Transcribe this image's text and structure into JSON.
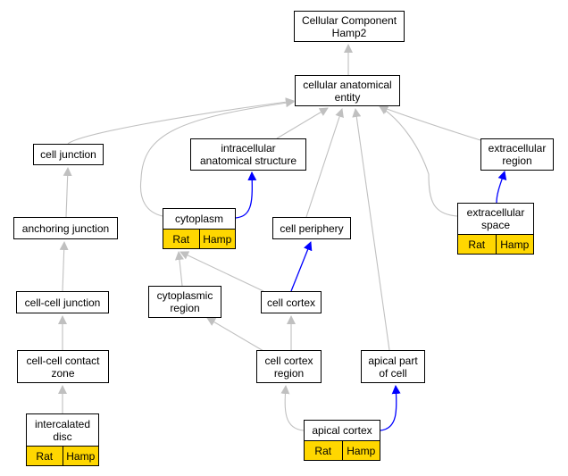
{
  "colors": {
    "is_a_edge": "#c0c0c0",
    "part_of_edge": "#0000ff",
    "annotation_fill": "#ffd700"
  },
  "nodes": {
    "root": "Cellular Component\nHamp2",
    "cae": "cellular anatomical\nentity",
    "cell_junction": "cell junction",
    "intracellular": "intracellular\nanatomical structure",
    "extracellular_region": "extracellular\nregion",
    "anchoring": "anchoring junction",
    "cytoplasm": "cytoplasm",
    "cell_periphery": "cell periphery",
    "extracellular_space": "extracellular\nspace",
    "cell_cell_junction": "cell-cell junction",
    "cytoplasmic_region": "cytoplasmic\nregion",
    "cell_cortex": "cell cortex",
    "contact_zone": "cell-cell contact\nzone",
    "cortex_region": "cell cortex\nregion",
    "apical_part": "apical part\nof cell",
    "intercalated": "intercalated\ndisc",
    "apical_cortex": "apical cortex"
  },
  "annotations": {
    "cytoplasm": [
      "Rat",
      "Hamp"
    ],
    "extracellular_space": [
      "Rat",
      "Hamp"
    ],
    "intercalated": [
      "Rat",
      "Hamp"
    ],
    "apical_cortex": [
      "Rat",
      "Hamp"
    ]
  },
  "edges": [
    {
      "from": "cae",
      "to": "root",
      "type": "is_a"
    },
    {
      "from": "cell_junction",
      "to": "cae",
      "type": "is_a"
    },
    {
      "from": "intracellular",
      "to": "cae",
      "type": "is_a"
    },
    {
      "from": "extracellular_region",
      "to": "cae",
      "type": "is_a"
    },
    {
      "from": "cytoplasm",
      "to": "cae",
      "type": "is_a"
    },
    {
      "from": "cell_periphery",
      "to": "cae",
      "type": "is_a"
    },
    {
      "from": "extracellular_space",
      "to": "cae",
      "type": "is_a"
    },
    {
      "from": "apical_part",
      "to": "cae",
      "type": "is_a"
    },
    {
      "from": "cytoplasm",
      "to": "intracellular",
      "type": "part_of"
    },
    {
      "from": "extracellular_space",
      "to": "extracellular_region",
      "type": "part_of"
    },
    {
      "from": "anchoring",
      "to": "cell_junction",
      "type": "is_a"
    },
    {
      "from": "cell_cell_junction",
      "to": "anchoring",
      "type": "is_a"
    },
    {
      "from": "contact_zone",
      "to": "cell_cell_junction",
      "type": "is_a"
    },
    {
      "from": "intercalated",
      "to": "contact_zone",
      "type": "is_a"
    },
    {
      "from": "cytoplasmic_region",
      "to": "cytoplasm",
      "type": "is_a"
    },
    {
      "from": "cell_cortex",
      "to": "cytoplasm",
      "type": "is_a"
    },
    {
      "from": "cell_cortex",
      "to": "cell_periphery",
      "type": "part_of"
    },
    {
      "from": "cortex_region",
      "to": "cytoplasmic_region",
      "type": "is_a"
    },
    {
      "from": "cortex_region",
      "to": "cell_cortex",
      "type": "is_a"
    },
    {
      "from": "apical_cortex",
      "to": "cortex_region",
      "type": "is_a"
    },
    {
      "from": "apical_cortex",
      "to": "apical_part",
      "type": "part_of"
    }
  ]
}
